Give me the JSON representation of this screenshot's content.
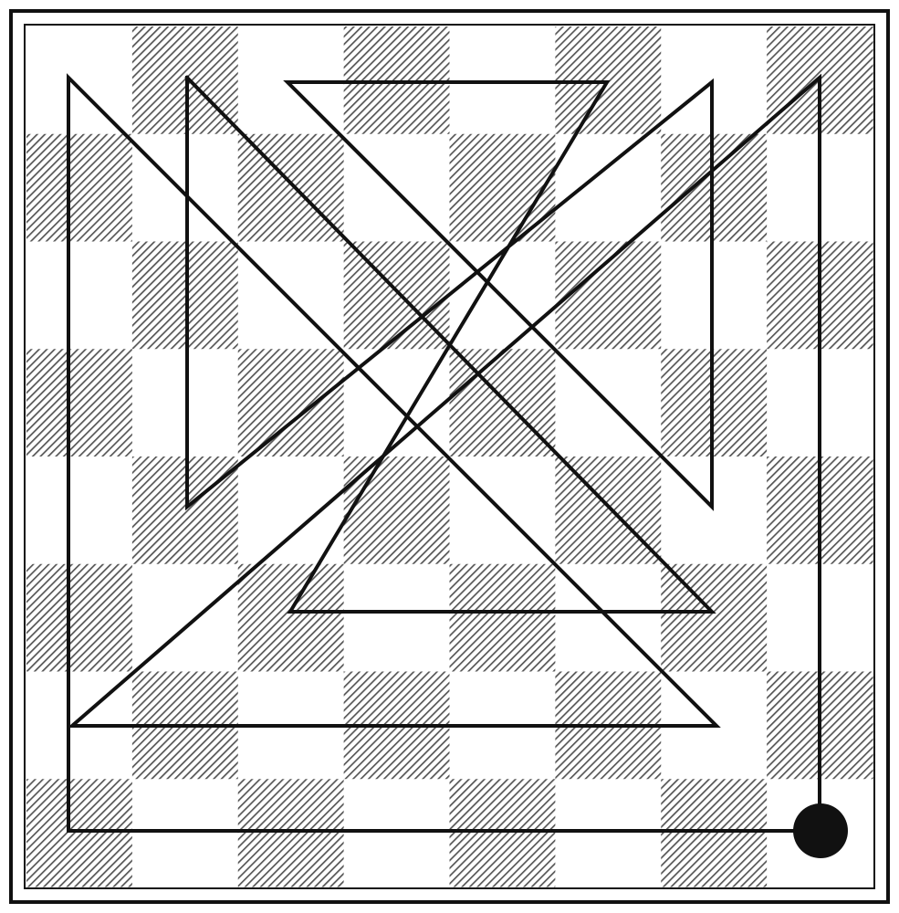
{
  "diagram": {
    "board": {
      "rows": 8,
      "cols": 8,
      "dark_color": "#6b6b6b",
      "light_color": "#ffffff",
      "hatch_style": "diagonal"
    },
    "path": {
      "color": "#111111",
      "closed": false,
      "end_marker": "filled-circle"
    }
  }
}
